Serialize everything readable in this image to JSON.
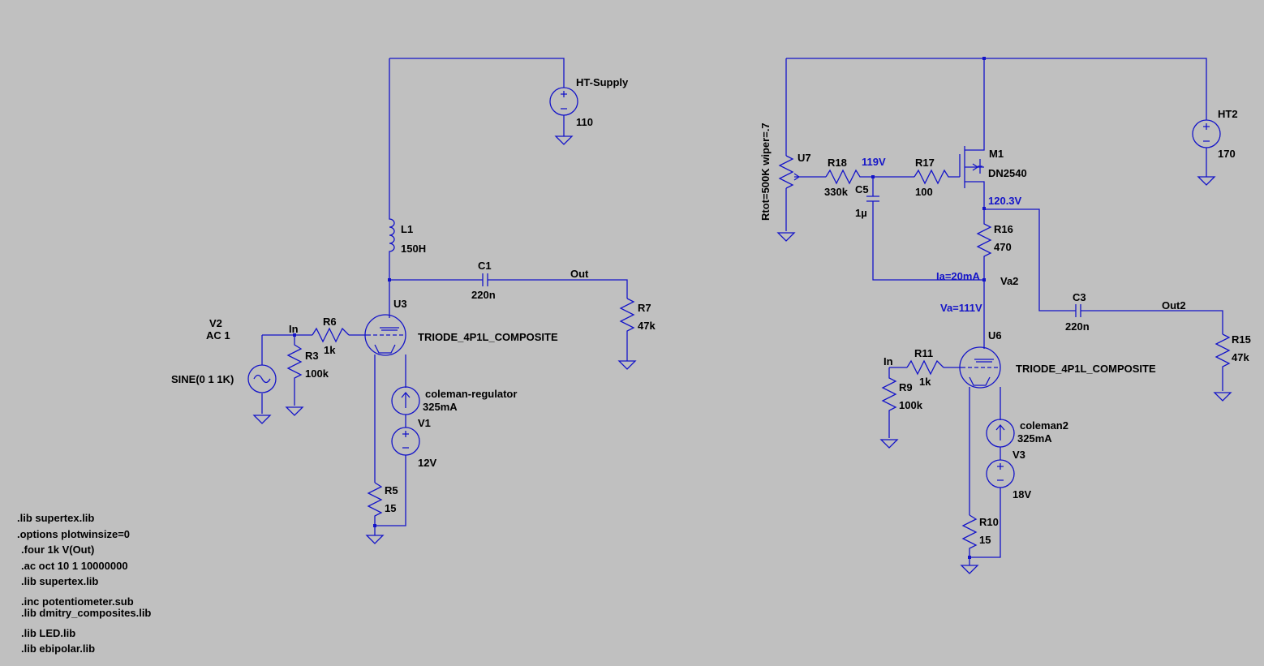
{
  "left": {
    "ht_name": "HT-Supply",
    "ht_val": "110",
    "l1_name": "L1",
    "l1_val": "150H",
    "c1_name": "C1",
    "c1_val": "220n",
    "out": "Out",
    "r7_name": "R7",
    "r7_val": "47k",
    "u3_name": "U3",
    "u3_model": "TRIODE_4P1L_COMPOSITE",
    "v2_name": "V2",
    "v2_ac": "AC 1",
    "v2_sine": "SINE(0 1 1K)",
    "in": "In",
    "r6_name": "R6",
    "r6_val": "1k",
    "r3_name": "R3",
    "r3_val": "100k",
    "cur_name": "coleman-regulator",
    "cur_val": "325mA",
    "v1_name": "V1",
    "v1_val": "12V",
    "r5_name": "R5",
    "r5_val": "15"
  },
  "right": {
    "pot_params": "Rtot=500K wiper=.7",
    "u7_name": "U7",
    "r18_name": "R18",
    "r18_val": "330k",
    "node_119": "119V",
    "c5_name": "C5",
    "c5_val": "1µ",
    "r17_name": "R17",
    "r17_val": "100",
    "m1_name": "M1",
    "m1_model": "DN2540",
    "node_1203": "120.3V",
    "r16_name": "R16",
    "r16_val": "470",
    "ia": "Ia=20mA",
    "va2": "Va2",
    "va": "Va=111V",
    "c3_name": "C3",
    "c3_val": "220n",
    "out2": "Out2",
    "r15_name": "R15",
    "r15_val": "47k",
    "ht2_name": "HT2",
    "ht2_val": "170",
    "u6_name": "U6",
    "u6_model": "TRIODE_4P1L_COMPOSITE",
    "in": "In",
    "r11_name": "R11",
    "r11_val": "1k",
    "r9_name": "R9",
    "r9_val": "100k",
    "cur_name": "coleman2",
    "cur_val": "325mA",
    "v3_name": "V3",
    "v3_val": "18V",
    "r10_name": "R10",
    "r10_val": "15"
  },
  "directives": [
    ".lib supertex.lib",
    ".options plotwinsize=0",
    ".four 1k V(Out)",
    ".ac oct 10 1 10000000",
    ".lib supertex.lib",
    ".inc potentiometer.sub",
    ".lib dmitry_composites.lib",
    ".lib LED.lib",
    ".lib ebipolar.lib"
  ],
  "colors": {
    "background": "#c0c0c0",
    "wire": "#1414c8",
    "text": "#000000",
    "node_label": "#1414c8"
  }
}
